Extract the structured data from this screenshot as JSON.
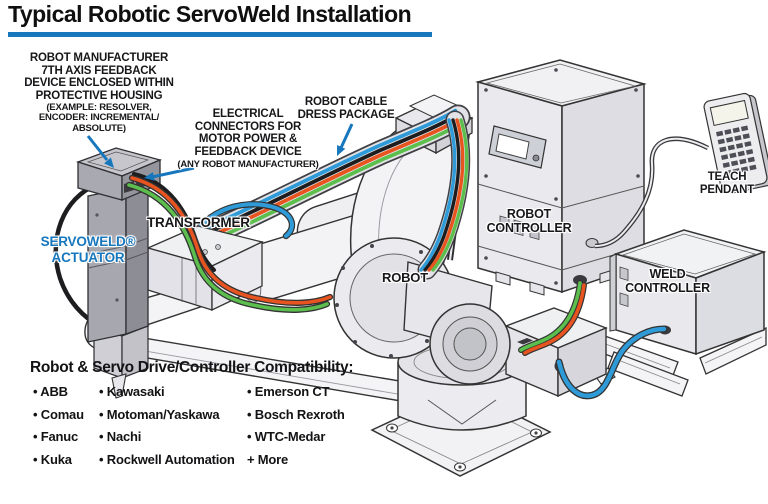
{
  "title": "Typical Robotic ServoWeld Installation",
  "colors": {
    "accent_blue": "#1777bd",
    "cable_blue": "#2e9bd8",
    "cable_green": "#5cbf4d",
    "cable_orange": "#e85420",
    "cable_black": "#1d1d1f"
  },
  "labels": {
    "feedback_device": "ROBOT MANUFACTURER\n7TH AXIS FEEDBACK\nDEVICE ENCLOSED WITHIN\nPROTECTIVE HOUSING",
    "feedback_device_note": "(EXAMPLE: RESOLVER,\nENCODER: INCREMENTAL/\nABSOLUTE)",
    "electrical_connectors": "ELECTRICAL\nCONNECTORS FOR\nMOTOR POWER &\nFEEDBACK DEVICE",
    "electrical_connectors_note": "(ANY ROBOT MANUFACTURER)",
    "dress_package": "ROBOT CABLE\nDRESS PACKAGE",
    "transformer": "TRANSFORMER",
    "servoweld_actuator": "SERVOWELD®\nACTUATOR",
    "robot": "ROBOT",
    "robot_controller": "ROBOT\nCONTROLLER",
    "weld_controller": "WELD\nCONTROLLER",
    "teach_pendant": "TEACH\nPENDANT"
  },
  "compatibility": {
    "heading": "Robot & Servo Drive/Controller Compatibility:",
    "col1": [
      "• ABB",
      "• Comau",
      "• Fanuc",
      "• Kuka"
    ],
    "col2": [
      "• Kawasaki",
      "• Motoman/Yaskawa",
      "• Nachi",
      "• Rockwell Automation"
    ],
    "col3": [
      "• Emerson CT",
      "• Bosch Rexroth",
      "• WTC-Medar",
      "+ More"
    ]
  }
}
